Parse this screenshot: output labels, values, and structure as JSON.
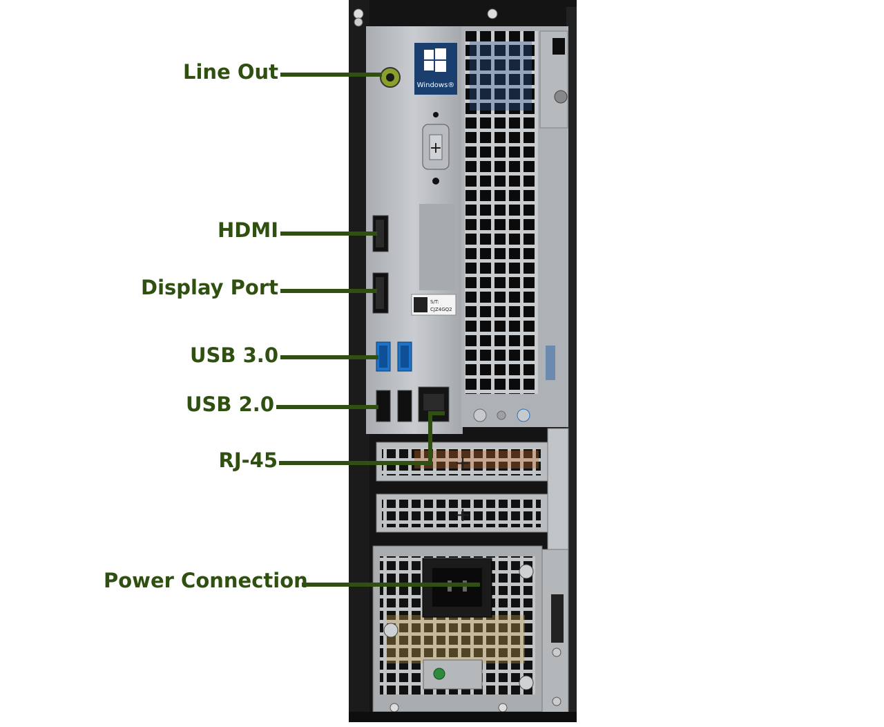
{
  "callouts": [
    {
      "id": "line-out",
      "label": "Line Out"
    },
    {
      "id": "hdmi",
      "label": "HDMI"
    },
    {
      "id": "display-port",
      "label": "Display Port"
    },
    {
      "id": "usb-3",
      "label": "USB 3.0"
    },
    {
      "id": "usb-2",
      "label": "USB 2.0"
    },
    {
      "id": "rj-45",
      "label": "RJ-45"
    },
    {
      "id": "power-connection",
      "label": "Power Connection"
    }
  ],
  "chassis": {
    "windows_badge": "Windows®",
    "service_tag_prefix": "S/T:",
    "service_tag": "CJZ4GQ2"
  },
  "colors": {
    "label_green": "#2f5010",
    "usb3_blue": "#1e73c8",
    "chassis_black": "#141414",
    "panel_silver": "#b9bcbf",
    "vent_black": "#0b0b0b"
  }
}
